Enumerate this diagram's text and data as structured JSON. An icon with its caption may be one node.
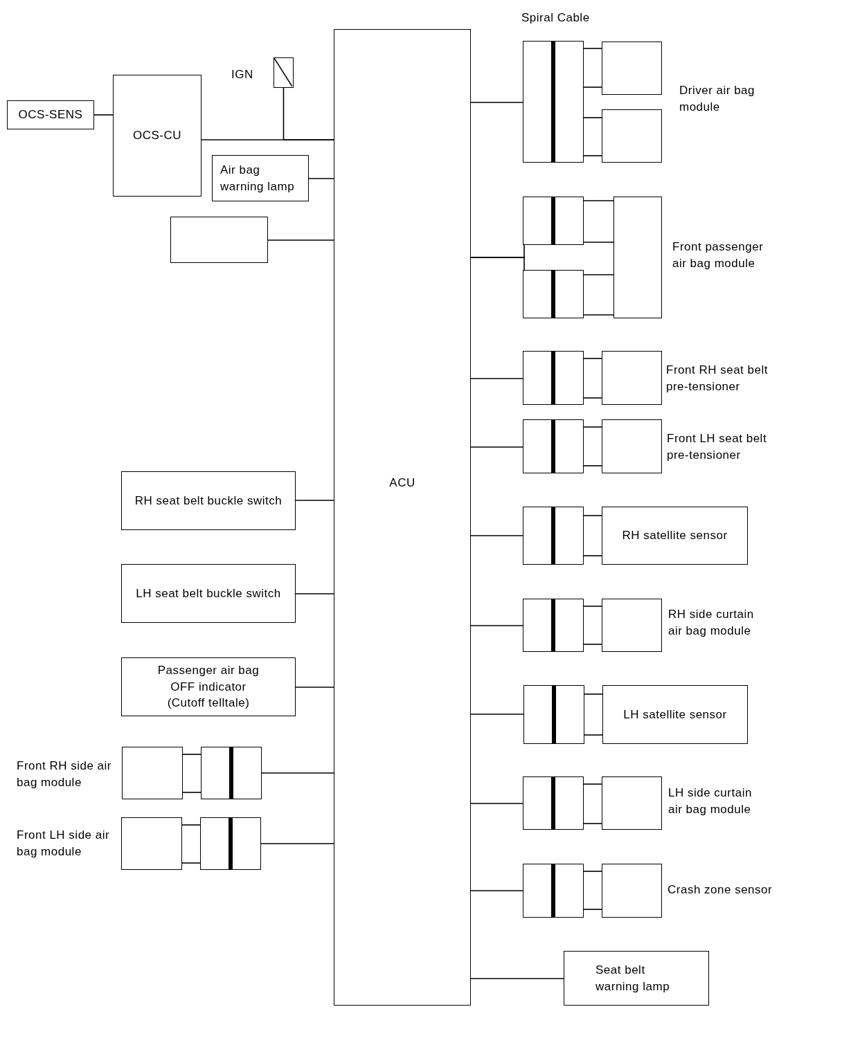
{
  "diagram": {
    "nodes": [
      {
        "text": [
          "ACU"
        ]
      },
      {
        "text": [
          "OCS-SENS"
        ]
      },
      {
        "text": [
          "OCS-CU"
        ]
      },
      {
        "text": [],
        "shape": "box",
        "beside": [
          "IGN"
        ]
      },
      {
        "text": [
          "Air bag warning lamp"
        ]
      },
      {
        "text": [],
        "shape": "box"
      },
      {
        "text": [
          "RH seat belt buckle switch"
        ]
      },
      {
        "text": [
          "LH seat belt buckle switch"
        ]
      },
      {
        "text": [
          "Passenger air bag OFF indicator (Cutoff telltale)"
        ]
      },
      {
        "text": [],
        "shape": "box",
        "beside": [
          "Front RH side air bag module"
        ]
      },
      {
        "text": [],
        "shape": "box"
      },
      {
        "text": [],
        "shape": "box",
        "beside": [
          "Front LH side air bag module"
        ]
      },
      {
        "text": [],
        "shape": "box"
      },
      {
        "text": [],
        "shape": "box",
        "beside": [
          "Spiral Cable"
        ]
      },
      {
        "text": [],
        "shape": "box",
        "beside": [
          "Driver air bag module"
        ]
      },
      {
        "text": [],
        "shape": "box"
      },
      {
        "text": [],
        "shape": "box"
      },
      {
        "text": [],
        "shape": "box"
      },
      {
        "text": [],
        "shape": "box",
        "beside": [
          "Front passenger air bag module"
        ]
      },
      {
        "text": [],
        "shape": "box"
      },
      {
        "text": [],
        "shape": "box",
        "beside": [
          "Front RH seat belt pre-tensioner"
        ]
      },
      {
        "text": [],
        "shape": "box"
      },
      {
        "text": [],
        "shape": "box",
        "beside": [
          "Front LH seat belt pre-tensioner"
        ]
      },
      {
        "text": [],
        "shape": "box"
      },
      {
        "text": [
          "RH satellite sensor"
        ]
      },
      {
        "text": [],
        "shape": "box"
      },
      {
        "text": [],
        "shape": "box",
        "beside": [
          "RH side curtain air bag module"
        ]
      },
      {
        "text": [],
        "shape": "box"
      },
      {
        "text": [
          "LH satellite sensor"
        ]
      },
      {
        "text": [],
        "shape": "box"
      },
      {
        "text": [],
        "shape": "box",
        "beside": [
          "LH side curtain air bag module"
        ]
      },
      {
        "text": [],
        "shape": "box"
      },
      {
        "text": [],
        "shape": "box",
        "beside": [
          "Crash zone sensor"
        ]
      },
      {
        "text": [
          "Seat belt warning lamp"
        ]
      }
    ],
    "edges": [
      {
        "from": 1,
        "to": 2,
        "arrow": "none"
      },
      {
        "from": 2,
        "to": 0,
        "arrow": "none"
      },
      {
        "from": 3,
        "to": 0,
        "arrow": "none"
      },
      {
        "from": 4,
        "to": 0,
        "arrow": "none"
      },
      {
        "from": 5,
        "to": 0,
        "arrow": "none"
      },
      {
        "from": 6,
        "to": 0,
        "arrow": "none"
      },
      {
        "from": 7,
        "to": 0,
        "arrow": "none"
      },
      {
        "from": 8,
        "to": 0,
        "arrow": "none"
      },
      {
        "from": 9,
        "to": 10,
        "arrow": "none"
      },
      {
        "from": 9,
        "to": 10,
        "arrow": "none"
      },
      {
        "from": 10,
        "to": 0,
        "arrow": "none"
      },
      {
        "from": 11,
        "to": 12,
        "arrow": "none"
      },
      {
        "from": 11,
        "to": 12,
        "arrow": "none"
      },
      {
        "from": 12,
        "to": 0,
        "arrow": "none"
      },
      {
        "from": 0,
        "to": 13,
        "arrow": "none"
      },
      {
        "from": 13,
        "to": 14,
        "arrow": "none"
      },
      {
        "from": 13,
        "to": 14,
        "arrow": "none"
      },
      {
        "from": 13,
        "to": 15,
        "arrow": "none"
      },
      {
        "from": 13,
        "to": 15,
        "arrow": "none"
      },
      {
        "from": 0,
        "to": 16,
        "arrow": "none"
      },
      {
        "from": 0,
        "to": 17,
        "arrow": "none"
      },
      {
        "from": 16,
        "to": 18,
        "arrow": "none"
      },
      {
        "from": 16,
        "to": 18,
        "arrow": "none"
      },
      {
        "from": 17,
        "to": 18,
        "arrow": "none"
      },
      {
        "from": 17,
        "to": 18,
        "arrow": "none"
      },
      {
        "from": 0,
        "to": 19,
        "arrow": "none"
      },
      {
        "from": 19,
        "to": 20,
        "arrow": "none"
      },
      {
        "from": 19,
        "to": 20,
        "arrow": "none"
      },
      {
        "from": 0,
        "to": 21,
        "arrow": "none"
      },
      {
        "from": 21,
        "to": 22,
        "arrow": "none"
      },
      {
        "from": 21,
        "to": 22,
        "arrow": "none"
      },
      {
        "from": 0,
        "to": 23,
        "arrow": "none"
      },
      {
        "from": 23,
        "to": 24,
        "arrow": "none"
      },
      {
        "from": 23,
        "to": 24,
        "arrow": "none"
      },
      {
        "from": 0,
        "to": 25,
        "arrow": "none"
      },
      {
        "from": 25,
        "to": 26,
        "arrow": "none"
      },
      {
        "from": 25,
        "to": 26,
        "arrow": "none"
      },
      {
        "from": 0,
        "to": 27,
        "arrow": "none"
      },
      {
        "from": 27,
        "to": 28,
        "arrow": "none"
      },
      {
        "from": 27,
        "to": 28,
        "arrow": "none"
      },
      {
        "from": 0,
        "to": 29,
        "arrow": "none"
      },
      {
        "from": 29,
        "to": 30,
        "arrow": "none"
      },
      {
        "from": 29,
        "to": 30,
        "arrow": "none"
      },
      {
        "from": 0,
        "to": 31,
        "arrow": "none"
      },
      {
        "from": 31,
        "to": 32,
        "arrow": "none"
      },
      {
        "from": 31,
        "to": 32,
        "arrow": "none"
      },
      {
        "from": 0,
        "to": 33,
        "arrow": "none"
      }
    ]
  }
}
